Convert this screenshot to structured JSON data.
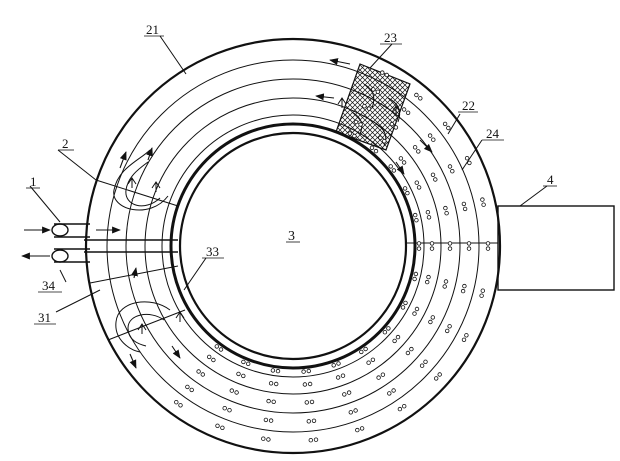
{
  "labels": {
    "l1": "1",
    "l2": "2",
    "l3": "3",
    "l4": "4",
    "l21": "21",
    "l22": "22",
    "l23": "23",
    "l24": "24",
    "l31": "31",
    "l33": "33",
    "l34": "34"
  }
}
